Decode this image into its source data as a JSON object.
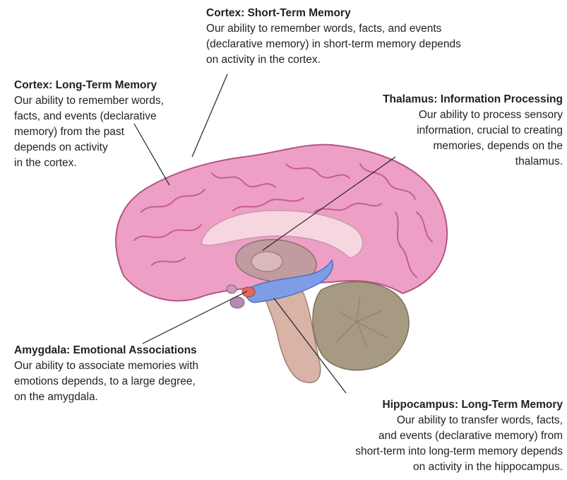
{
  "labels": {
    "cortex_short": {
      "title": "Cortex:  Short-Term Memory",
      "body": "Our ability to remember words, facts, and events\n(declarative memory) in short-term memory depends\non activity in the cortex."
    },
    "cortex_long": {
      "title": "Cortex:  Long-Term Memory",
      "body": "Our ability to remember words,\nfacts, and events (declarative\nmemory) from the past\ndepends on activity\nin the cortex."
    },
    "thalamus": {
      "title": "Thalamus:  Information Processing",
      "body": "Our ability to process sensory\ninformation, crucial to creating\nmemories, depends on the\nthalamus."
    },
    "amygdala": {
      "title": "Amygdala:  Emotional Associations",
      "body": "Our ability to associate memories with\nemotions depends, to a large degree,\non the amygdala."
    },
    "hippocampus": {
      "title": "Hippocampus:  Long-Term Memory",
      "body": "Our ability to transfer words, facts,\nand events (declarative memory) from\nshort-term into long-term memory depends\non activity in the hippocampus."
    }
  },
  "colors": {
    "cortex": "#ee9fc6",
    "cortex_fold": "#c45d93",
    "thalamus": "#c09ca0",
    "hippocampus": "#7d9ee6",
    "amygdala": "#e06a5e",
    "cerebellum": "#a69a82",
    "brainstem": "#d8b3a6",
    "leader_line": "#231f20"
  }
}
